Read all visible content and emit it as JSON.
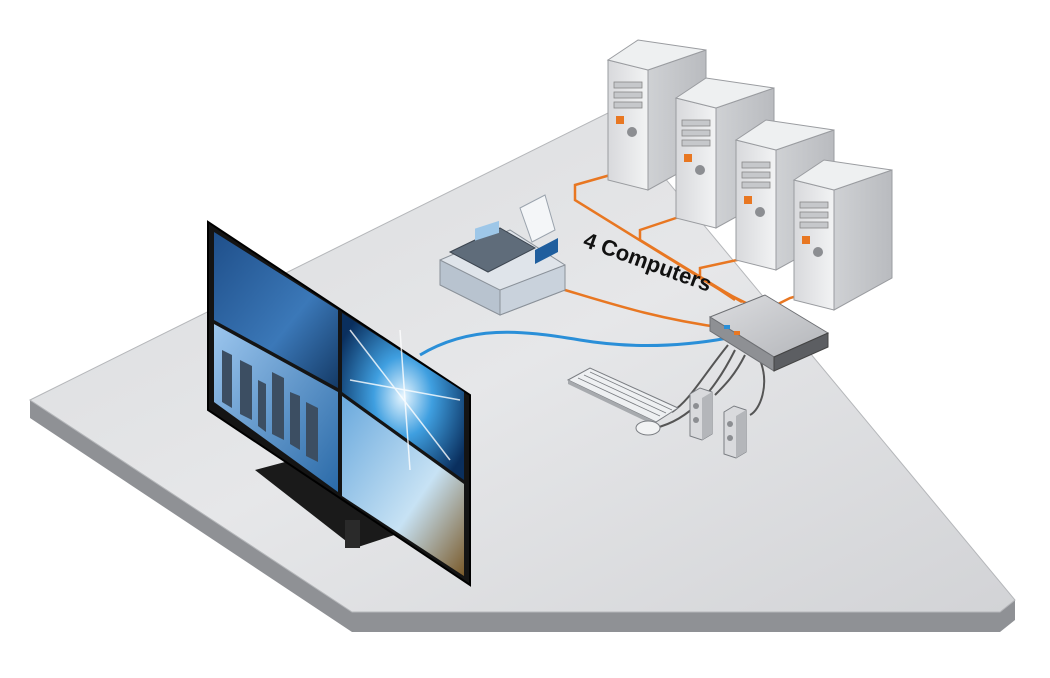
{
  "diagram": {
    "label": "4 Computers",
    "computer_count": 4,
    "nodes": [
      {
        "name": "display-wall",
        "type": "monitor",
        "panes": 4
      },
      {
        "name": "kvm-switch",
        "type": "switch"
      },
      {
        "name": "fax-printer",
        "type": "peripheral"
      },
      {
        "name": "keyboard",
        "type": "peripheral"
      },
      {
        "name": "mouse",
        "type": "peripheral"
      },
      {
        "name": "speakers",
        "type": "peripheral",
        "count": 2
      },
      {
        "name": "computer-tower",
        "type": "computer",
        "count": 4
      }
    ],
    "edges": [
      {
        "from": "computer-tower-1",
        "to": "kvm-switch",
        "color": "#e87722"
      },
      {
        "from": "computer-tower-2",
        "to": "kvm-switch",
        "color": "#e87722"
      },
      {
        "from": "computer-tower-3",
        "to": "kvm-switch",
        "color": "#e87722"
      },
      {
        "from": "computer-tower-4",
        "to": "kvm-switch",
        "color": "#e87722"
      },
      {
        "from": "fax-printer",
        "to": "kvm-switch",
        "color": "#e87722"
      },
      {
        "from": "display-wall",
        "to": "kvm-switch",
        "color": "#2a8fd8"
      },
      {
        "from": "kvm-switch",
        "to": "keyboard",
        "color": "#555555"
      },
      {
        "from": "kvm-switch",
        "to": "speakers",
        "color": "#555555"
      }
    ]
  },
  "colors": {
    "cable_orange": "#e87722",
    "cable_blue": "#2a8fd8",
    "cable_gray": "#555555",
    "platform": "#e3e4e6"
  }
}
